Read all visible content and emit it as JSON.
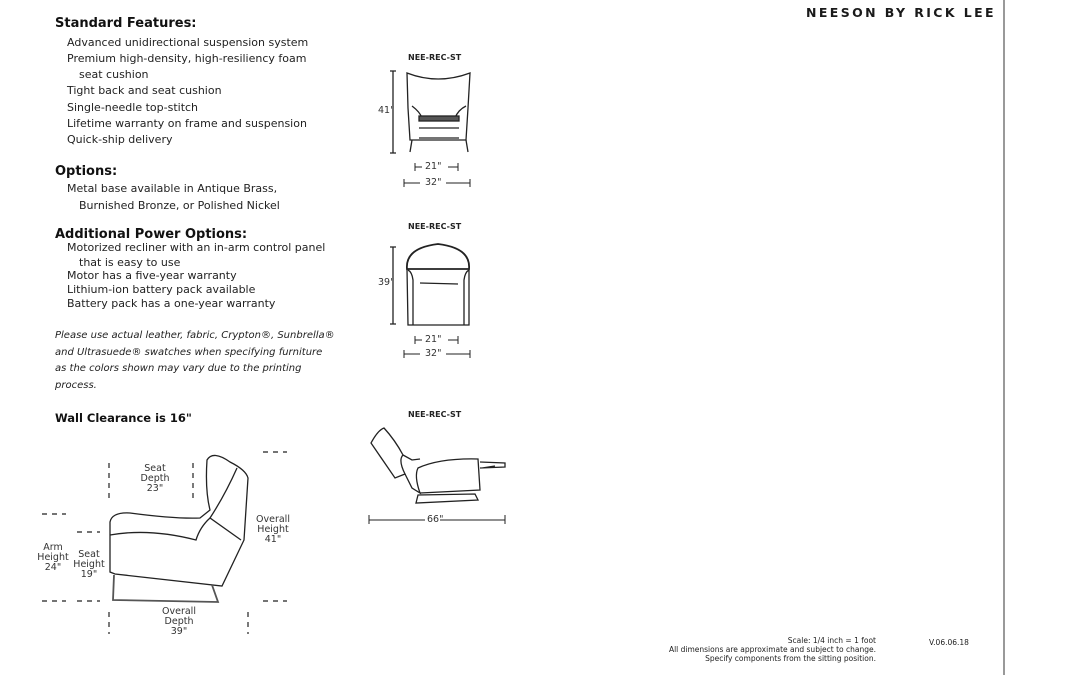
{
  "brand_title": "NEESON BY RICK LEE",
  "standard_features": {
    "heading": "Standard Features:",
    "items": [
      "Advanced unidirectional suspension system",
      "Premium high-density, high-resiliency foam",
      "seat cushion",
      "Tight back and seat cushion",
      "Single-needle top-stitch",
      "Lifetime warranty on frame and suspension",
      "Quick-ship delivery"
    ]
  },
  "options": {
    "heading": "Options:",
    "items": [
      "Metal base available in Antique Brass,",
      "Burnished Bronze, or Polished Nickel"
    ]
  },
  "power_options": {
    "heading": "Additional Power Options:",
    "items": [
      "Motorized recliner with an in-arm control panel",
      "that is easy to use",
      "Motor has a five-year warranty",
      "Lithium-ion battery pack available",
      "Battery pack has a one-year warranty"
    ]
  },
  "disclaimer": [
    "Please use actual leather, fabric, Crypton®, Sunbrella®",
    "and Ultrasuede® swatches when specifying furniture",
    "as the colors shown may vary due to the printing",
    "process."
  ],
  "wall_clearance": "Wall Clearance is 16\"",
  "side_dims": {
    "seat_depth": [
      "Seat",
      "Depth",
      "23\""
    ],
    "overall_height": [
      "Overall",
      "Height",
      "41\""
    ],
    "arm_height": [
      "Arm",
      "Height",
      "24\""
    ],
    "seat_height": [
      "Seat",
      "Height",
      "19\""
    ],
    "overall_depth": [
      "Overall",
      "Depth",
      "39\""
    ]
  },
  "views": [
    {
      "code": "NEE-REC-ST",
      "height": "41\"",
      "inner_width": "21\"",
      "width": "32\""
    },
    {
      "code": "NEE-REC-ST",
      "height": "39\"",
      "inner_width": "21\"",
      "width": "32\""
    },
    {
      "code": "NEE-REC-ST",
      "length": "66\""
    }
  ],
  "footer": {
    "scale": "Scale: 1/4 inch = 1 foot",
    "note1": "All dimensions are approximate and subject to change.",
    "note2": "Specify components from the sitting position.",
    "version": "V.06.06.18"
  }
}
